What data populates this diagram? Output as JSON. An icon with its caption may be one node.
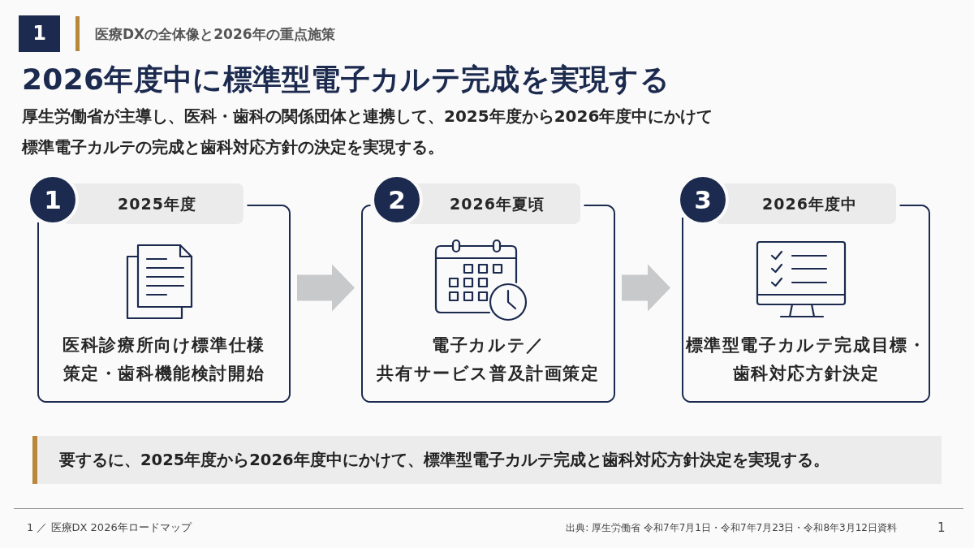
{
  "diagram": {
    "title": "2026年度中に標準型電子カルテ完成を実現する",
    "nodes": [
      {
        "text": [
          "1"
        ]
      },
      {
        "text": [
          "1",
          "2025年度",
          "医科診療所向け標準仕様策定・歯科機能検討開始"
        ]
      },
      {
        "text": [
          "2",
          "2026年夏頃",
          "電子カルテ／共有サービス普及計画策定"
        ]
      },
      {
        "text": [
          "3",
          "2026年度中",
          "標準型電子カルテ完成目標・歯科対応方針決定"
        ]
      },
      {
        "text": [
          "要するに、2025年度から2026年度中にかけて、標準型電子カルテ完成と歯科対応方針決定を実現する。"
        ]
      }
    ],
    "edges": [
      {
        "from": 1,
        "to": 2,
        "arrow": "to"
      },
      {
        "from": 2,
        "to": 3,
        "arrow": "to"
      }
    ],
    "labels": [
      "医療DXの全体像と2026年の重点施策",
      "厚生労働省が主導し、医科・歯科の関係団体と連携して、2025年度から2026年度中にかけて標準電子カルテの完成と歯科対応方針の決定を実現する。",
      "1 ／ 医療DX 2026年ロードマップ",
      "出典: 厚生労働省 令和7年7月1日・令和7年7月23日・令和8年3月12日資料",
      "1"
    ]
  }
}
